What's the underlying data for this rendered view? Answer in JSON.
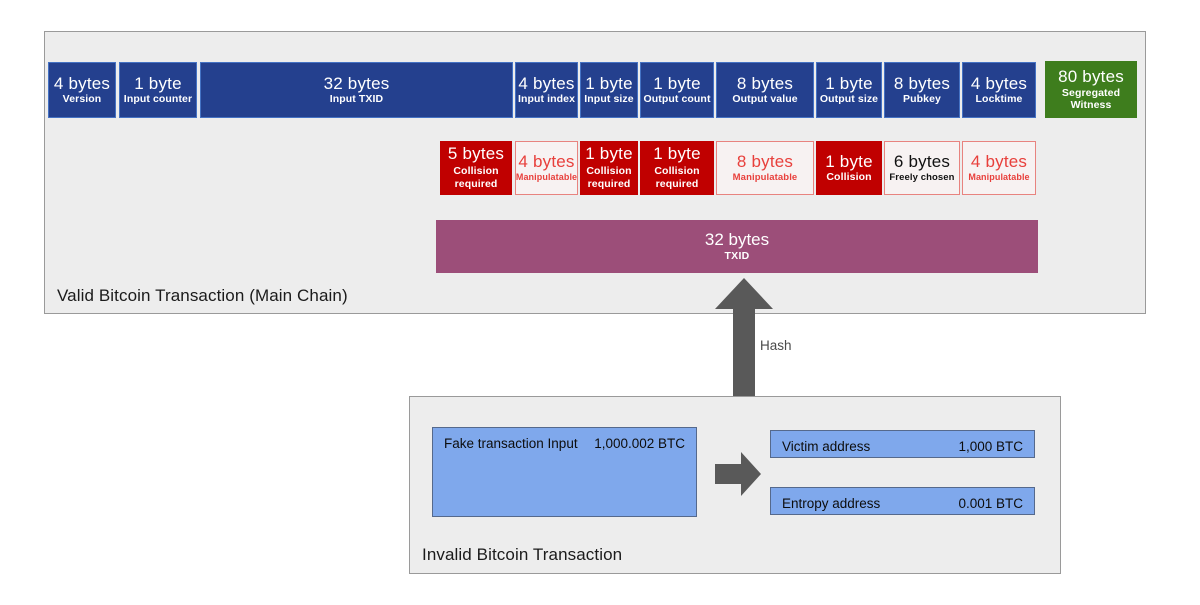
{
  "valid_panel": {
    "caption": "Valid Bitcoin Transaction (Main Chain)",
    "structure_row": [
      {
        "size": "4 bytes",
        "label": "Version"
      },
      {
        "size": "1 byte",
        "label": "Input counter"
      },
      {
        "size": "32 bytes",
        "label": "Input TXID"
      },
      {
        "size": "4 bytes",
        "label": "Input index"
      },
      {
        "size": "1 byte",
        "label": "Input size"
      },
      {
        "size": "1 byte",
        "label": "Output count"
      },
      {
        "size": "8 bytes",
        "label": "Output value"
      },
      {
        "size": "1 byte",
        "label": "Output size"
      },
      {
        "size": "8 bytes",
        "label": "Pubkey"
      },
      {
        "size": "4 bytes",
        "label": "Locktime"
      },
      {
        "size": "80 bytes",
        "label": "Segregated Witness"
      }
    ],
    "attack_row": [
      {
        "size": "5 bytes",
        "label": "Collision required"
      },
      {
        "size": "4 bytes",
        "label": "Manipulatable"
      },
      {
        "size": "1 byte",
        "label": "Collision required"
      },
      {
        "size": "1 byte",
        "label": "Collision required"
      },
      {
        "size": "8 bytes",
        "label": "Manipulatable"
      },
      {
        "size": "1 byte",
        "label": "Collision"
      },
      {
        "size": "6 bytes",
        "label": "Freely chosen"
      },
      {
        "size": "4 bytes",
        "label": "Manipulatable"
      }
    ],
    "txid_bar": {
      "size": "32 bytes",
      "label": "TXID"
    }
  },
  "connector": {
    "hash_label": "Hash"
  },
  "invalid_panel": {
    "caption": "Invalid Bitcoin Transaction",
    "input": {
      "label": "Fake transaction Input",
      "amount": "1,000.002 BTC"
    },
    "outputs": [
      {
        "label": "Victim address",
        "amount": "1,000 BTC"
      },
      {
        "label": "Entropy address",
        "amount": "0.001 BTC"
      }
    ]
  },
  "colors": {
    "panel_bg": "#EDEDED",
    "blue": "#24408E",
    "green": "#3E7D1D",
    "red_solid": "#C00000",
    "red_outline": "#E8403C",
    "txid_purple": "#9C4E79",
    "tx_box_blue": "#7FA8EC",
    "arrow_gray": "#595959"
  }
}
